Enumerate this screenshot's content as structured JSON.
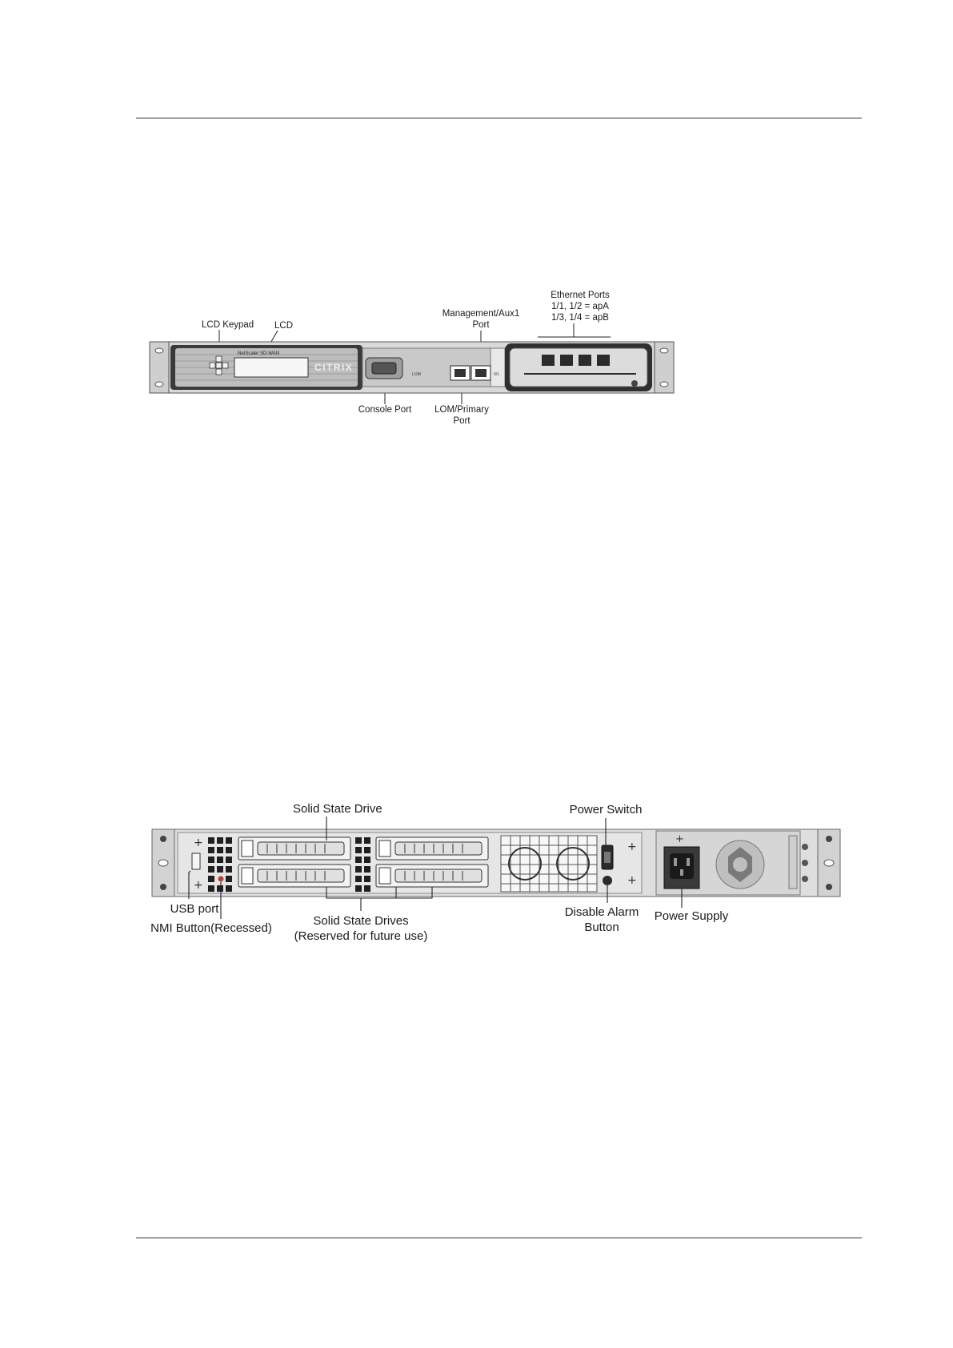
{
  "front_panel": {
    "labels": {
      "lcd_keypad": "LCD Keypad",
      "lcd": "LCD",
      "management_line1": "Management/Aux1",
      "management_line2": "Port",
      "ethernet_line1": "Ethernet Ports",
      "ethernet_line2": "1/1, 1/2 = apA",
      "ethernet_line3": "1/3, 1/4 = apB",
      "console_port": "Console Port",
      "lom_line1": "LOM/Primary",
      "lom_line2": "Port"
    },
    "device_text": {
      "brand": "CITRIX",
      "model": "NetScaler SD-WAN",
      "lom_tag": "LOM",
      "mgmt_tag": "0/1"
    }
  },
  "rear_panel": {
    "labels": {
      "solid_state_drive": "Solid State Drive",
      "power_switch": "Power Switch",
      "usb_port": "USB port",
      "nmi_button": "NMI Button(Recessed)",
      "ssd_line1": "Solid State Drives",
      "ssd_line2": "(Reserved for future use)",
      "disable_alarm_line1": "Disable Alarm",
      "disable_alarm_line2": "Button",
      "power_supply": "Power Supply"
    }
  },
  "colors": {
    "chassis": "#d9d9d9",
    "dark": "#2b2b2b",
    "nmi_button": "#c0392b"
  }
}
